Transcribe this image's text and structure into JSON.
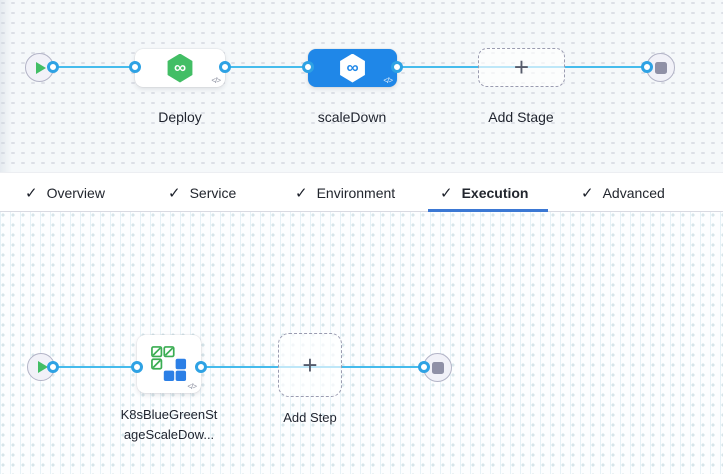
{
  "pipeline_graph": {
    "stages": [
      {
        "name": "Deploy",
        "type": "deployment-stage",
        "selected": false
      },
      {
        "name": "scaleDown",
        "type": "deployment-stage",
        "selected": true
      }
    ],
    "add_stage_label": "Add Stage"
  },
  "tabs": {
    "active": "Execution",
    "items": [
      {
        "label": "Overview",
        "checked": true
      },
      {
        "label": "Service",
        "checked": true
      },
      {
        "label": "Environment",
        "checked": true
      },
      {
        "label": "Execution",
        "checked": true
      },
      {
        "label": "Advanced",
        "checked": true
      }
    ]
  },
  "execution_graph": {
    "steps": [
      {
        "name_line1": "K8sBlueGreenSt",
        "name_line2": "ageScaleDow...",
        "type": "k8s-blue-green-scale-down"
      }
    ],
    "add_step_label": "Add Step"
  },
  "icons": {
    "plus": "+",
    "code": "</>",
    "infinity": "∞",
    "check": "✓"
  },
  "colors": {
    "canvas_top_bg": "#f5f8fa",
    "canvas_bottom_bg": "#fdfeff",
    "flow_line": "#45bbec",
    "port_border": "#2ea2e4",
    "selected_stage_bg": "#1f87e8",
    "stage_green": "#42be65",
    "step_icon_green": "#3aad52",
    "step_icon_blue": "#2b7fe6",
    "active_tab_underline": "#3b78d4",
    "end_node_glyph": "#8f90a6",
    "label_text": "#1f232e"
  }
}
